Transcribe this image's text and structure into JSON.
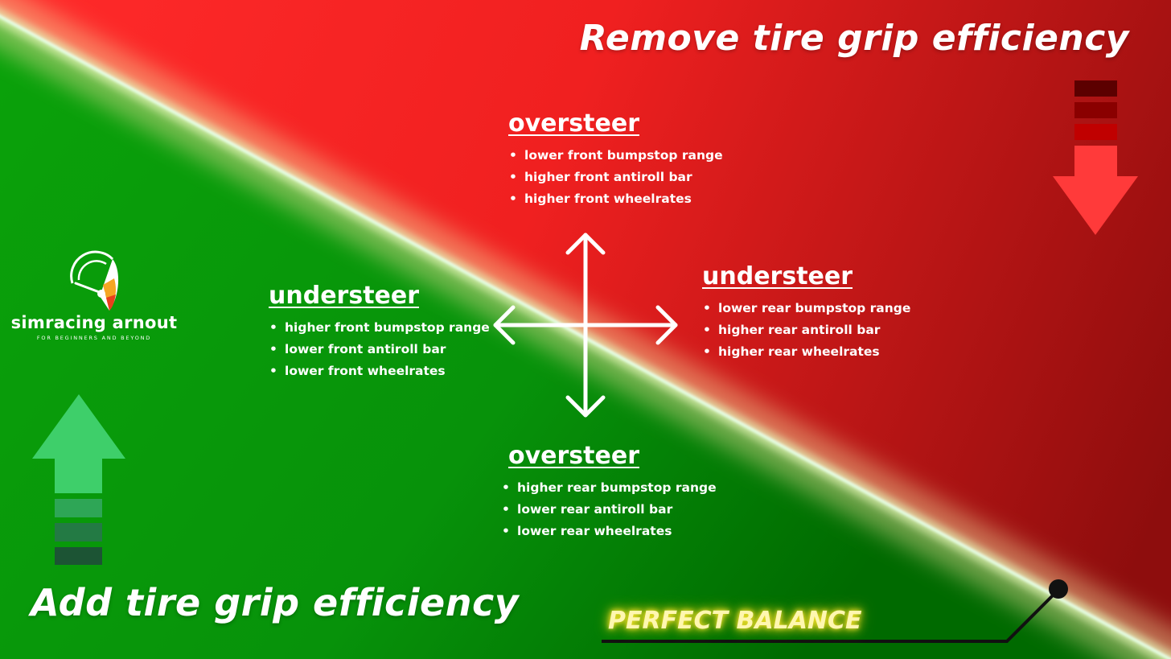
{
  "titles": {
    "top": "Remove tire grip efficiency",
    "bottom": "Add tire grip efficiency"
  },
  "groups": {
    "top": {
      "heading": "oversteer",
      "items": [
        "lower front bumpstop range",
        "higher front antiroll bar",
        "higher front wheelrates"
      ]
    },
    "left": {
      "heading": "understeer",
      "items": [
        "higher front bumpstop range",
        "lower front antiroll bar",
        "lower front wheelrates"
      ]
    },
    "right": {
      "heading": "understeer",
      "items": [
        "lower rear bumpstop range",
        "higher rear antiroll bar",
        "higher rear wheelrates"
      ]
    },
    "bottom": {
      "heading": "oversteer",
      "items": [
        "higher rear bumpstop range",
        "lower rear antiroll bar",
        "lower rear wheelrates"
      ]
    }
  },
  "logo": {
    "name": "simracing arnout",
    "tagline": "FOR BEGINNERS AND BEYOND",
    "icon": "speedometer-icon"
  },
  "balance_label": "PERFECT BALANCE",
  "icons": {
    "cross": "four-way-arrow-icon",
    "remove": "arrow-down-icon",
    "add": "arrow-up-icon"
  },
  "colors": {
    "red_zone": "#ff2424",
    "red_zone_dark": "#8e0d0d",
    "green_zone": "#0aa10a",
    "green_zone_dark": "#006a00",
    "down_arrow": "#ff3a3a",
    "up_arrow": "#3ecf6a",
    "balance_glow": "#f4e22a"
  }
}
